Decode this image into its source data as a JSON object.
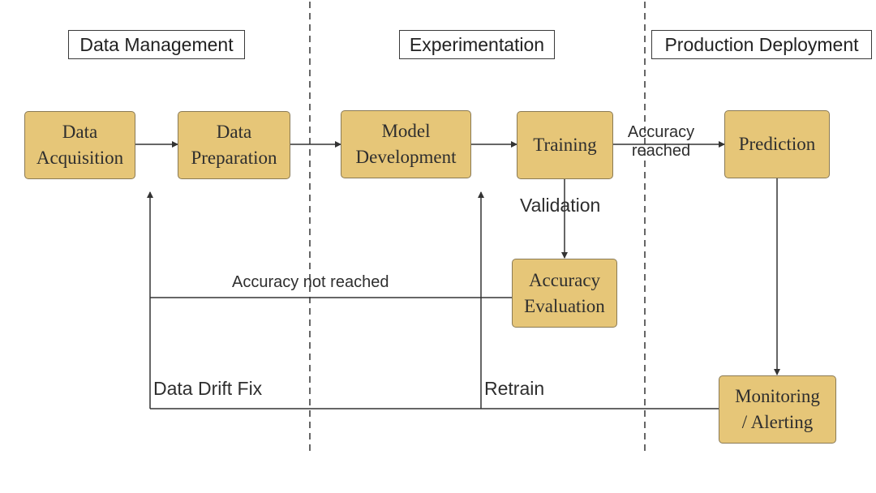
{
  "sections": {
    "data_management": "Data Management",
    "experimentation": "Experimentation",
    "production_deployment": "Production Deployment"
  },
  "nodes": {
    "data_acquisition": "Data\nAcquisition",
    "data_preparation": "Data\nPreparation",
    "model_development": "Model\nDevelopment",
    "training": "Training",
    "prediction": "Prediction",
    "accuracy_evaluation": "Accuracy\nEvaluation",
    "monitoring_alerting": "Monitoring\n/ Alerting"
  },
  "edge_labels": {
    "accuracy_reached": "Accuracy\nreached",
    "validation": "Validation",
    "accuracy_not_reached": "Accuracy not reached",
    "data_drift_fix": "Data Drift Fix",
    "retrain": "Retrain"
  },
  "colors": {
    "node_fill": "#e6c678",
    "node_border": "#8a7a55",
    "line": "#333333"
  }
}
